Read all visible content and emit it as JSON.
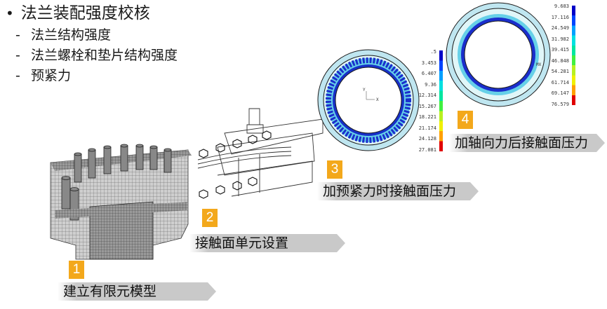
{
  "bullets": {
    "main": "法兰装配强度校核",
    "items": [
      "法兰结构强度",
      "法兰螺栓和垫片结构强度",
      "预紧力"
    ]
  },
  "steps": [
    {
      "num": "1",
      "label": "建立有限元模型"
    },
    {
      "num": "2",
      "label": "接触面单元设置"
    },
    {
      "num": "3",
      "label": "加预紧力时接触面压力"
    },
    {
      "num": "4",
      "label": "加轴向力后接触面压力"
    }
  ],
  "legend3": {
    "values": [
      ".5",
      "3.453",
      "6.407",
      "9.36",
      "12.314",
      "15.267",
      "18.221",
      "21.174",
      "24.128",
      "27.081"
    ],
    "colors": [
      "#0000c8",
      "#0044ff",
      "#00a0ff",
      "#00e0e0",
      "#00e6a0",
      "#40f040",
      "#b8f020",
      "#f0f000",
      "#ffa000",
      "#e00000"
    ]
  },
  "legend4": {
    "values": [
      "9.683",
      "17.116",
      "24.549",
      "31.982",
      "39.415",
      "46.848",
      "54.281",
      "61.714",
      "69.147",
      "76.579"
    ],
    "colors": [
      "#0000c8",
      "#0044ff",
      "#00a0ff",
      "#00e0e0",
      "#00e6a0",
      "#40f040",
      "#b8f020",
      "#f0f000",
      "#ffa000",
      "#e00000"
    ]
  },
  "axis": {
    "x": "X",
    "y": "Y"
  },
  "mx": "MX"
}
